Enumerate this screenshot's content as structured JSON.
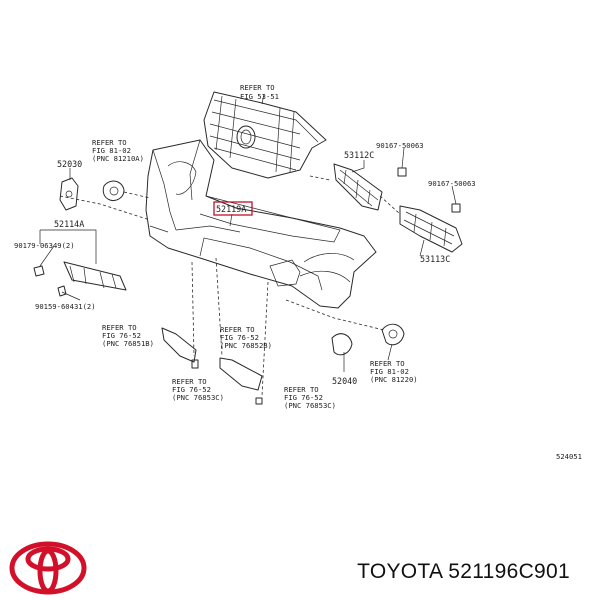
{
  "diagram": {
    "labels": {
      "refer_53_51": [
        "REFER TO",
        "FIG 53-51"
      ],
      "refer_81_02_top": [
        "REFER TO",
        "FIG 81-02",
        "(PNC 81210A)"
      ],
      "p52030": "52030",
      "p52114A": "52114A",
      "p90179": "90179-06349(2)",
      "p90159": "90159-60431(2)",
      "p52119A": "52119A",
      "p53112C": "53112C",
      "p90167_a": "90167-50063",
      "p90167_b": "90167-50063",
      "p53113C": "53113C",
      "refer_76_52_a": [
        "REFER TO",
        "FIG 76-52",
        "(PNC 76851B)"
      ],
      "refer_76_52_b": [
        "REFER TO",
        "FIG 76-52",
        "(PNC 76852B)"
      ],
      "refer_76_52_c": [
        "REFER TO",
        "FIG 76-52",
        "(PNC 76853C)"
      ],
      "refer_76_52_d": [
        "REFER TO",
        "FIG 76-52",
        "(PNC 76853C)"
      ],
      "p52040": "52040",
      "refer_81_02_bot": [
        "REFER TO",
        "FIG 81-02",
        "(PNC 81220)"
      ],
      "drawing_code": "524051"
    },
    "highlight_color": "#c0102a"
  },
  "footer": {
    "brand": "TOYOTA",
    "part_number": "521196C901",
    "logo_color": "#d2102a"
  }
}
